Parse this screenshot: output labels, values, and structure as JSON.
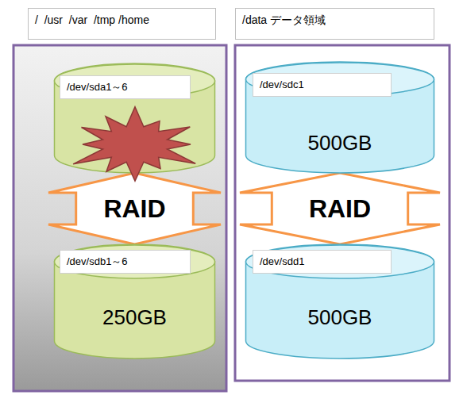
{
  "diagram": {
    "nodes": [
      {
        "text": [
          "/  /usr  /var  /tmp /home"
        ]
      },
      {
        "text": [
          "/data データ領域"
        ]
      },
      {
        "text": [
          "/dev/sda1～6"
        ]
      },
      {
        "text": [
          "/dev/sdb1～6",
          "250GB"
        ]
      },
      {
        "text": [
          "/dev/sdc1",
          "500GB"
        ]
      },
      {
        "text": [
          "/dev/sdd1",
          "500GB"
        ]
      }
    ],
    "edges": [
      {
        "from": 2,
        "to": 3,
        "label": "RAID",
        "arrow": "both"
      },
      {
        "from": 4,
        "to": 5,
        "label": "RAID",
        "arrow": "both"
      }
    ]
  }
}
